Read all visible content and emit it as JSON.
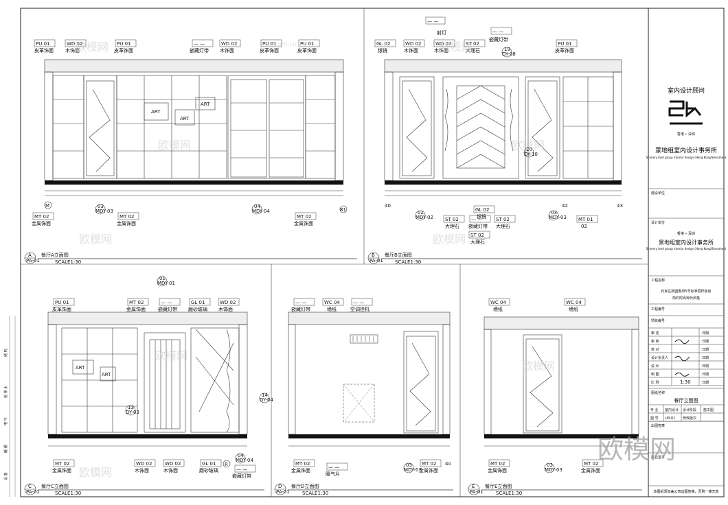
{
  "sheet": {
    "brand_top": "室内设计顾问",
    "brand_city": "香港 • 深圳",
    "firm_cn": "景地组室内设计事务所",
    "firm_en": "Scenery land group interior design (Hong Kong/Shenzhen)",
    "build_unit": "建设单位",
    "design_unit": "设计单位",
    "firm_city2": "香港 • 深圳",
    "firm_cn2": "景地组室内设计事务所",
    "firm_en2": "Scenery land group interior design (Hong Kong/Shenzhen)",
    "project_name_label": "工程名称",
    "project_name": "石家庄新圆惠府5号标准层样板房",
    "project_sub": "简约时尚现代风格",
    "project_no": "工程编号",
    "item_no": "项目编号",
    "approve": "审 定",
    "review": "审 核",
    "check": "校 对",
    "lead": "设计负责人",
    "design": "设 计",
    "draw": "制 图",
    "scale_label": "比 例",
    "scale": "1:30",
    "date_label": "日期",
    "drawing_name_label": "图纸名称",
    "drawing_name": "餐厅立面图",
    "discipline_label": "专 业",
    "discipline": "室内设计",
    "phase_label": "设计阶段",
    "phase": "施工图",
    "sheet_no_label": "图 号",
    "sheet_no": "LM-01",
    "rev_label": "修改版次",
    "issue_label": "出图签章",
    "seal_label": "执业签字",
    "footer": "本图纸须加盖公司出图签章，否则一律无效",
    "side_labels": [
      "结 构",
      "给 排 水",
      "电 气",
      "暖 通",
      "设 备"
    ]
  },
  "views": {
    "A": {
      "letter": "A",
      "code": "PA-01",
      "title": "餐厅A立面图",
      "scale": "SCALE1:30"
    },
    "B": {
      "letter": "B",
      "code": "PA-01",
      "title": "餐厅B立面图",
      "scale": "SCALE1:30"
    },
    "C": {
      "letter": "C",
      "code": "PA-01",
      "title": "餐厅C立面图",
      "scale": "SCALE1:30"
    },
    "D": {
      "letter": "D",
      "code": "PA-01",
      "title": "餐厅D立面图",
      "scale": "SCALE1:30"
    },
    "E": {
      "letter": "E",
      "code": "PA-01",
      "title": "餐厅E立面图",
      "scale": "SCALE1:30"
    }
  },
  "materials": {
    "PU01": "PU 01",
    "WD02": "WD 02",
    "MT02": "MT 02",
    "GL01": "GL 01",
    "GL02": "GL 02",
    "ST02": "ST 02",
    "MT01": "MT 01",
    "WC04": "WC 04",
    "leather": "皮革饰面",
    "wood": "木饰面",
    "metal": "金属饰面",
    "led": "嵌藏灯带",
    "mirror": "银镜",
    "grey_mirror": "银镜",
    "marble": "大理石",
    "frosted": "磨砂玻璃",
    "wallpaper": "墙纸",
    "ac": "空调挂机",
    "heater": "暖气片",
    "spot": "射灯",
    "mt01_desc": "02",
    "dash": "— —"
  },
  "art": "ART",
  "axes": {
    "M": "M",
    "R": "R",
    "n40": "40",
    "n42": "42",
    "n43": "43",
    "n81": "81",
    "n40o": "4o"
  },
  "callouts": {
    "c03a": {
      "n": "03",
      "s": "MDY-03"
    },
    "c04a": {
      "n": "04",
      "s": "MDY-04"
    },
    "c03b": {
      "n": "03",
      "s": "MDY-03"
    },
    "c02b": {
      "n": "02",
      "s": "MDY-02"
    },
    "c19": {
      "n": "19",
      "s": "DY-08"
    },
    "c20": {
      "n": "20",
      "s": "DY-10"
    },
    "c01c": {
      "n": "01",
      "s": "MDY-01"
    },
    "c13": {
      "n": "13",
      "s": "DY-03"
    },
    "c14": {
      "n": "14",
      "s": "DY-04"
    },
    "c04c": {
      "n": "04",
      "s": "MDY-04"
    },
    "c03d": {
      "n": "03",
      "s": "MDY-03"
    },
    "c03e": {
      "n": "03",
      "s": "MDY-03"
    }
  },
  "watermark": {
    "big": "欧模网",
    "small": "www.om.cn"
  }
}
